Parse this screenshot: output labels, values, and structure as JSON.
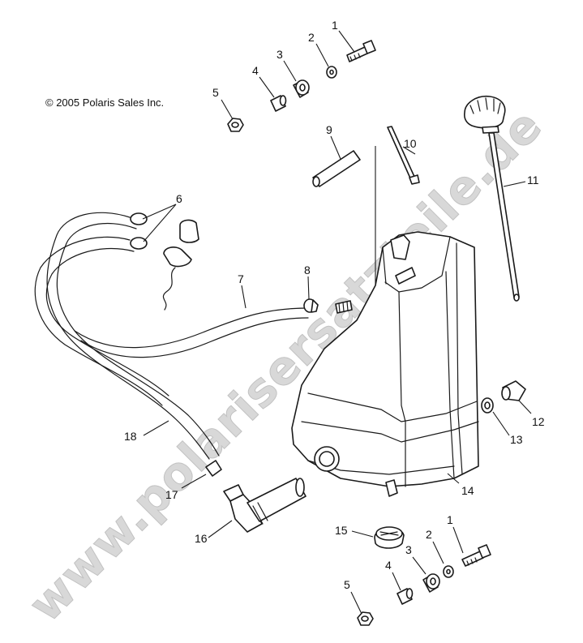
{
  "copyright": "© 2005 Polaris Sales Inc.",
  "watermark": "www.polarisersatzteile.de",
  "callouts": [
    {
      "id": "c1a",
      "text": "1"
    },
    {
      "id": "c2a",
      "text": "2"
    },
    {
      "id": "c3a",
      "text": "3"
    },
    {
      "id": "c4a",
      "text": "4"
    },
    {
      "id": "c5a",
      "text": "5"
    },
    {
      "id": "c6",
      "text": "6"
    },
    {
      "id": "c7",
      "text": "7"
    },
    {
      "id": "c8",
      "text": "8"
    },
    {
      "id": "c9",
      "text": "9"
    },
    {
      "id": "c10",
      "text": "10"
    },
    {
      "id": "c11",
      "text": "11"
    },
    {
      "id": "c12",
      "text": "12"
    },
    {
      "id": "c13",
      "text": "13"
    },
    {
      "id": "c14",
      "text": "14"
    },
    {
      "id": "c15",
      "text": "15"
    },
    {
      "id": "c16",
      "text": "16"
    },
    {
      "id": "c17",
      "text": "17"
    },
    {
      "id": "c18",
      "text": "18"
    },
    {
      "id": "c1b",
      "text": "1"
    },
    {
      "id": "c2b",
      "text": "2"
    },
    {
      "id": "c3b",
      "text": "3"
    },
    {
      "id": "c4b",
      "text": "4"
    },
    {
      "id": "c5b",
      "text": "5"
    }
  ]
}
